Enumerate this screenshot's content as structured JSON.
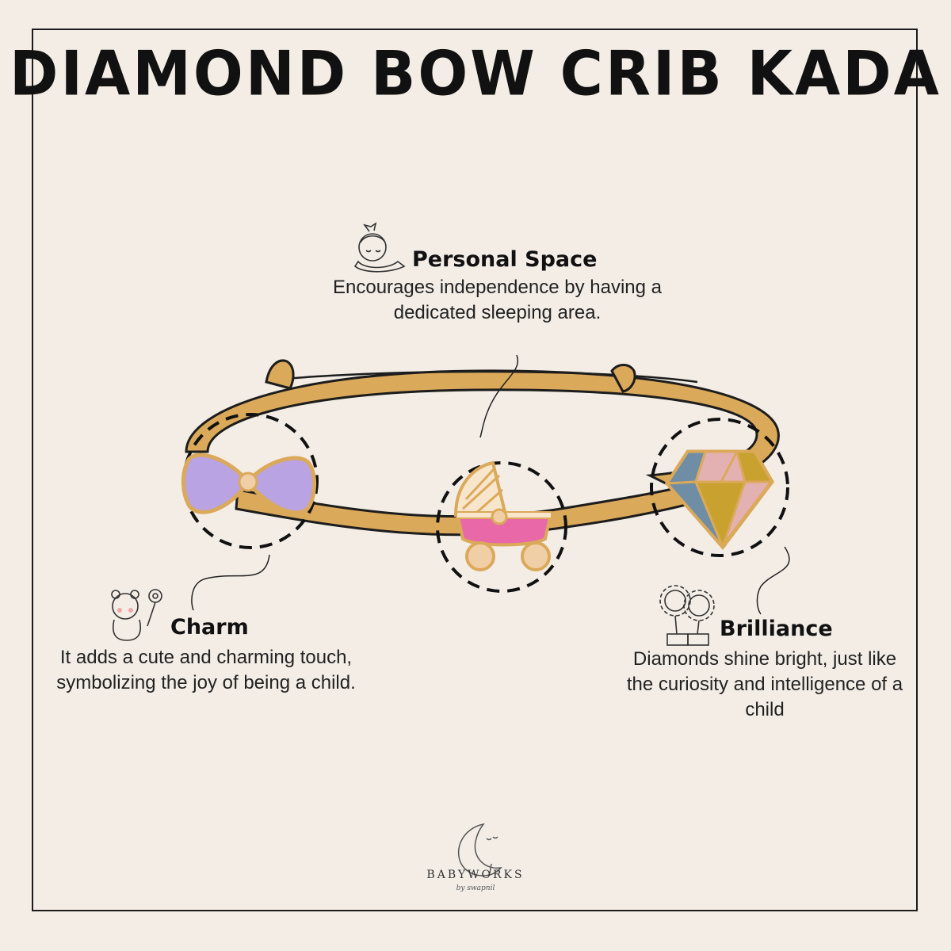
{
  "title": "DIAMOND BOW CRIB KADA",
  "features": {
    "personal_space": {
      "heading": "Personal Space",
      "body": "Encourages independence by having a dedicated sleeping area.",
      "icon": "sleeping-baby-icon"
    },
    "charm": {
      "heading": "Charm",
      "body": "It adds a cute and charming touch, symbolizing the joy of being a child.",
      "icon": "bear-with-flower-icon"
    },
    "brilliance": {
      "heading": "Brilliance",
      "body": "Diamonds shine bright, just like the curiosity and intelligence of a child",
      "icon": "flower-pots-icon"
    }
  },
  "brand": {
    "name": "BABYWORKS",
    "tagline": "by swapnil",
    "icon": "moon-logo-icon"
  },
  "colors": {
    "background": "#f3ede6",
    "kada_gold": "#dba95a",
    "bow_lilac": "#b9a3e3",
    "pram_pink": "#e868a8",
    "diamond_blue": "#6f8ea6",
    "diamond_mustard": "#c9a12e",
    "diamond_rose": "#e4b1b3"
  }
}
